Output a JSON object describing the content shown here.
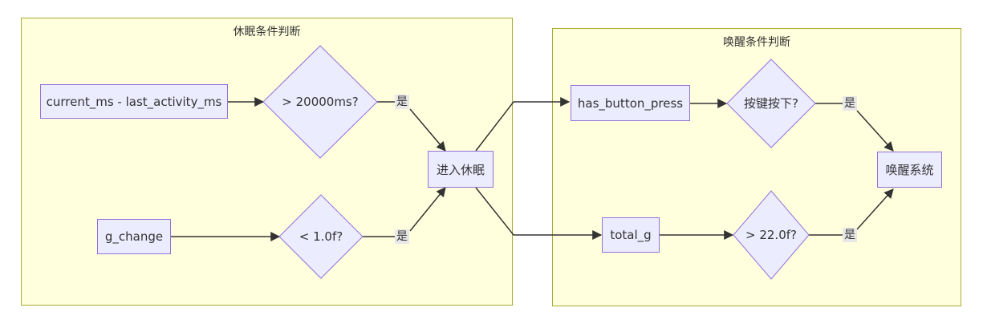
{
  "clusters": {
    "sleep": {
      "title": "休眠条件判断"
    },
    "wake": {
      "title": "唤醒条件判断"
    }
  },
  "nodes": {
    "current_ms": "current_ms - last_activity_ms",
    "cond_20000": "> 20000ms?",
    "g_change": "g_change",
    "cond_1": "< 1.0f?",
    "enter_sleep": "进入休眠",
    "has_button_press": "has_button_press",
    "cond_key": "按键按下?",
    "total_g": "total_g",
    "cond_22": "> 22.0f?",
    "wake_system": "唤醒系统"
  },
  "edge_labels": {
    "yes_1": "是",
    "yes_2": "是",
    "yes_3": "是",
    "yes_4": "是"
  },
  "colors": {
    "cluster_fill": "#ffffde",
    "cluster_border": "#aaaa33",
    "node_fill": "#ececff",
    "node_border": "#9370db",
    "edge": "#333333"
  }
}
